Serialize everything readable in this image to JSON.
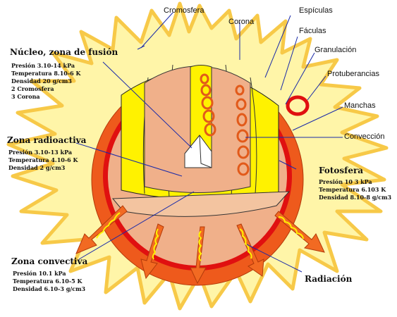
{
  "labels": {
    "cromosfera": "Cromosfera",
    "corona": "Corona",
    "espiculas": "Espículas",
    "faculas": "Fáculas",
    "granulacion": "Granulación",
    "protuberancias": "Protuberancias",
    "manchas": "Manchas",
    "conveccion": "Convección",
    "radiacion": "Radiación"
  },
  "nucleo": {
    "title": "Núcleo, zona de fusión",
    "lines": [
      "Presión 3.10-14 kPa",
      "Temperatura 8.10-6 K",
      "Densidad 20 g/cm3",
      "2 Cromosfera",
      "3 Corona"
    ]
  },
  "radioactiva": {
    "title": "Zona radioactiva",
    "lines": [
      "Presión 3.10-13 kPa",
      "Temperatura 4.10-6 K",
      "Densidad 2 g/cm3"
    ]
  },
  "fotosfera": {
    "title": "Fotosfera",
    "lines": [
      "Presión 10 3 kPa",
      "Temperatura 6.103 K",
      "Densidad 8.10-8 g/cm3"
    ]
  },
  "convectiva": {
    "title": "Zona convectiva",
    "lines": [
      "Presión 10.1 kPa",
      "Temperatura 6.10-5 K",
      "Densidad 6.10-3 g/cm3"
    ]
  },
  "colors": {
    "corona_fill": "#fff5a8",
    "corona_edge": "#f7c948",
    "sun_outer": "#ee5a1c",
    "red_ring": "#e01010",
    "yellow_wedge": "#fff200",
    "salmon": "#f0b08a",
    "core": "#ffffff",
    "arrow": "#f26a22",
    "wave": "#fff200"
  }
}
